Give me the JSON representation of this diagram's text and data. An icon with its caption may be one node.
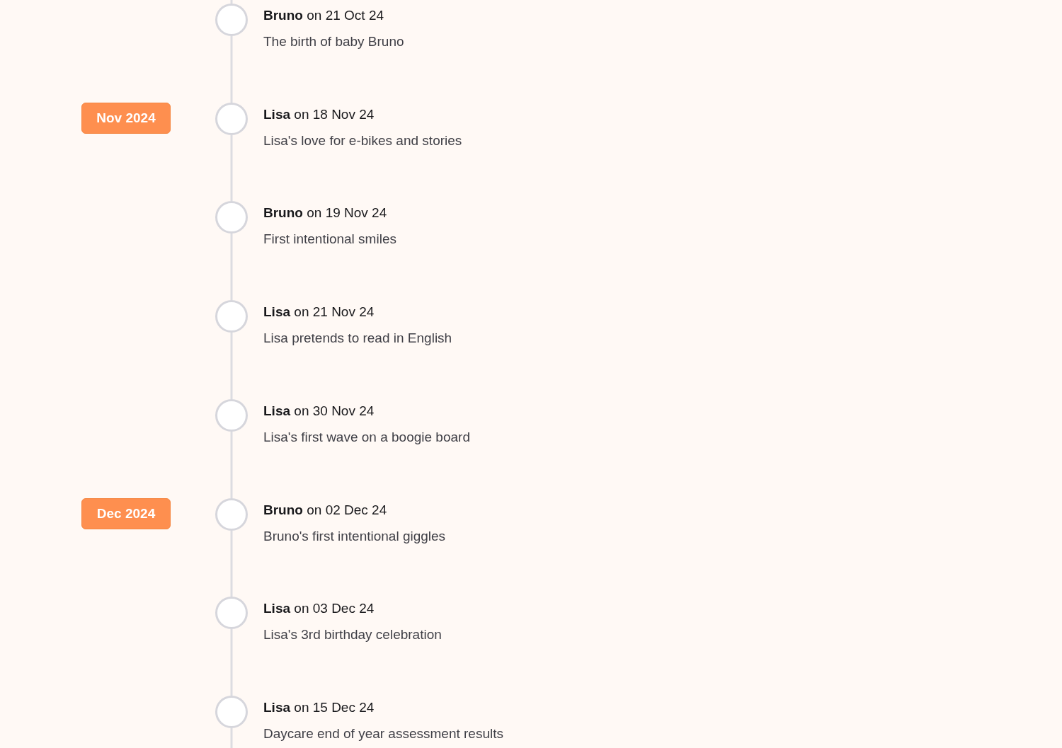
{
  "diagram": {
    "nodes": [
      {
        "text": [],
        "shape": "circle",
        "beside": [
          "**Bruno** on 21 Oct 24",
          "The birth of baby Bruno"
        ]
      },
      {
        "text": [
          "Nov 2024"
        ]
      },
      {
        "text": [],
        "shape": "circle",
        "beside": [
          "**Lisa** on 18 Nov 24",
          "Lisa's love for e-bikes and stories"
        ]
      },
      {
        "text": [],
        "shape": "circle",
        "beside": [
          "**Bruno** on 19 Nov 24",
          "First intentional smiles"
        ]
      },
      {
        "text": [],
        "shape": "circle",
        "beside": [
          "**Lisa** on 21 Nov 24",
          "Lisa pretends to read in English"
        ]
      },
      {
        "text": [],
        "shape": "circle",
        "beside": [
          "**Lisa** on 30 Nov 24",
          "Lisa's first wave on a boogie board"
        ]
      },
      {
        "text": [
          "Dec 2024"
        ]
      },
      {
        "text": [],
        "shape": "circle",
        "beside": [
          "**Bruno** on 02 Dec 24",
          "Bruno's first intentional giggles"
        ]
      },
      {
        "text": [],
        "shape": "circle",
        "beside": [
          "**Lisa** on 03 Dec 24",
          "Lisa's 3rd birthday celebration"
        ]
      },
      {
        "text": [],
        "shape": "circle",
        "beside": [
          "**Lisa** on 15 Dec 24",
          "Daycare end of year assessment results"
        ]
      }
    ],
    "edges": [
      {
        "from": null,
        "to": 0,
        "arrow": "none"
      },
      {
        "from": 0,
        "to": 2,
        "arrow": "none"
      },
      {
        "from": 2,
        "to": 3,
        "arrow": "none"
      },
      {
        "from": 3,
        "to": 4,
        "arrow": "none"
      },
      {
        "from": 4,
        "to": 5,
        "arrow": "none"
      },
      {
        "from": 5,
        "to": 7,
        "arrow": "none"
      },
      {
        "from": 7,
        "to": 8,
        "arrow": "none"
      },
      {
        "from": 8,
        "to": 9,
        "arrow": "none"
      },
      {
        "from": 9,
        "to": null,
        "arrow": "none"
      }
    ]
  }
}
